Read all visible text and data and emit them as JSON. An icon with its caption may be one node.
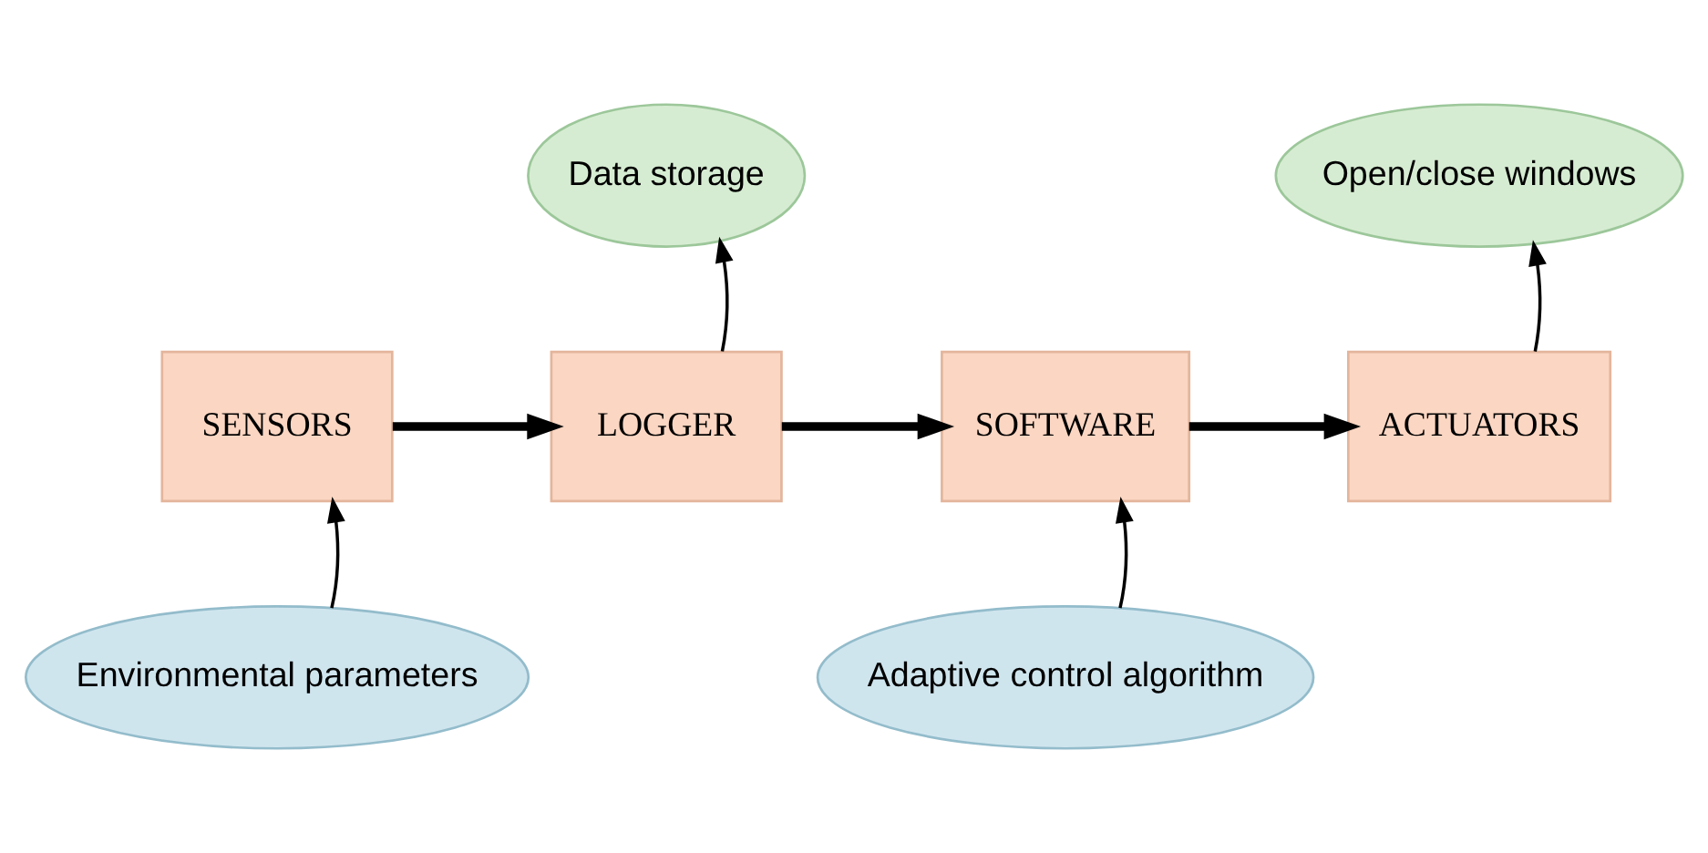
{
  "diagram": {
    "nodes": [
      {
        "text": [
          "Data storage"
        ]
      },
      {
        "text": [
          "Open/close windows"
        ]
      },
      {
        "text": [
          "SENSORS"
        ]
      },
      {
        "text": [
          "LOGGER"
        ]
      },
      {
        "text": [
          "SOFTWARE"
        ]
      },
      {
        "text": [
          "ACTUATORS"
        ]
      },
      {
        "text": [
          "Environmental parameters"
        ]
      },
      {
        "text": [
          "Adaptive control algorithm"
        ]
      }
    ],
    "edges": [
      {
        "from": 2,
        "to": 3,
        "arrow": "to",
        "style": "thick"
      },
      {
        "from": 3,
        "to": 4,
        "arrow": "to",
        "style": "thick"
      },
      {
        "from": 4,
        "to": 5,
        "arrow": "to",
        "style": "thick"
      },
      {
        "from": 3,
        "to": 0,
        "arrow": "to"
      },
      {
        "from": 5,
        "to": 1,
        "arrow": "to"
      },
      {
        "from": 6,
        "to": 2,
        "arrow": "to"
      },
      {
        "from": 7,
        "to": 4,
        "arrow": "to"
      }
    ]
  }
}
